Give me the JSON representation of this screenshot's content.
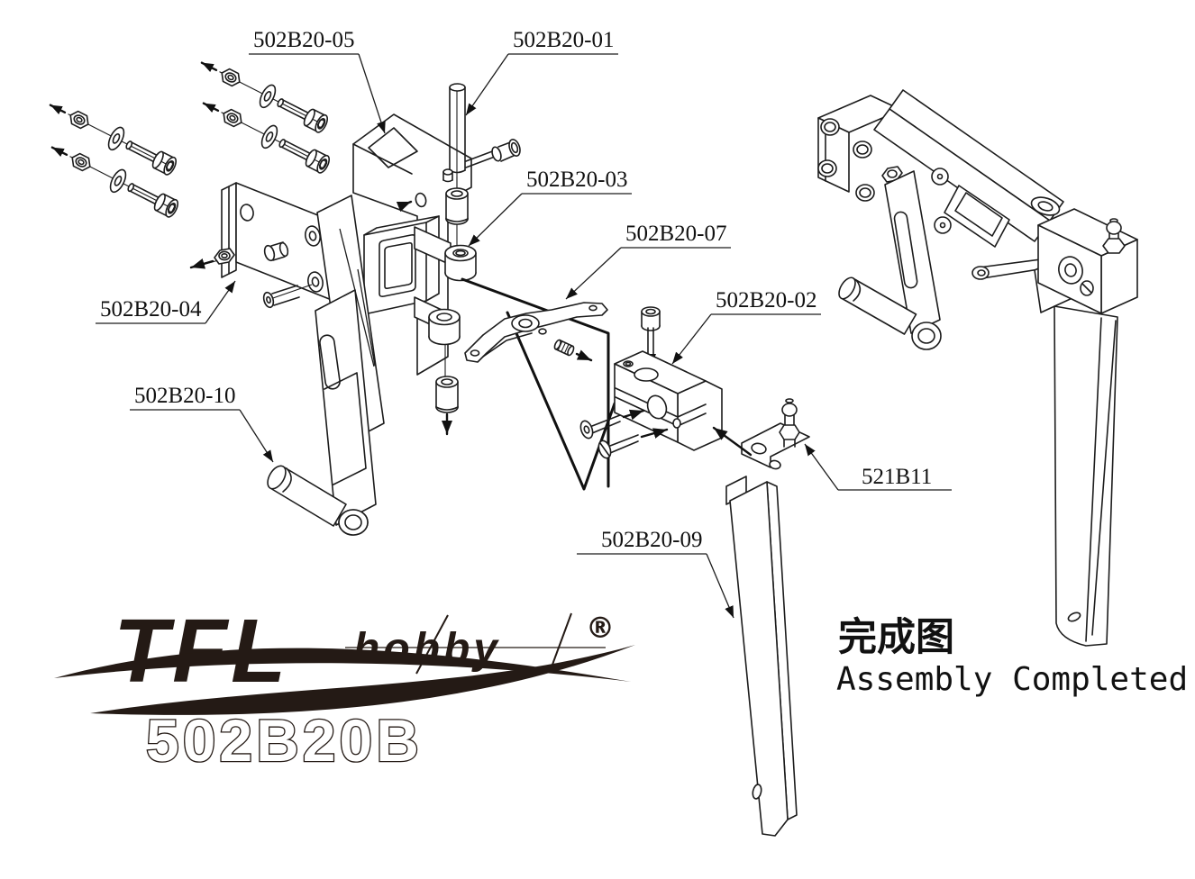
{
  "page": {
    "background": "#ffffff",
    "ink": "#1c1c1c"
  },
  "brand": {
    "logo_main": "TFL",
    "logo_sub": "hobby",
    "registered_mark": "®",
    "product_code": "502B20B",
    "logo_color": "#241a15"
  },
  "caption": {
    "zh": "完成图",
    "en": "Assembly Completed"
  },
  "part_labels": [
    "502B20-05",
    "502B20-01",
    "502B20-03",
    "502B20-07",
    "502B20-02",
    "502B20-04",
    "502B20-10",
    "521B11",
    "502B20-09"
  ]
}
